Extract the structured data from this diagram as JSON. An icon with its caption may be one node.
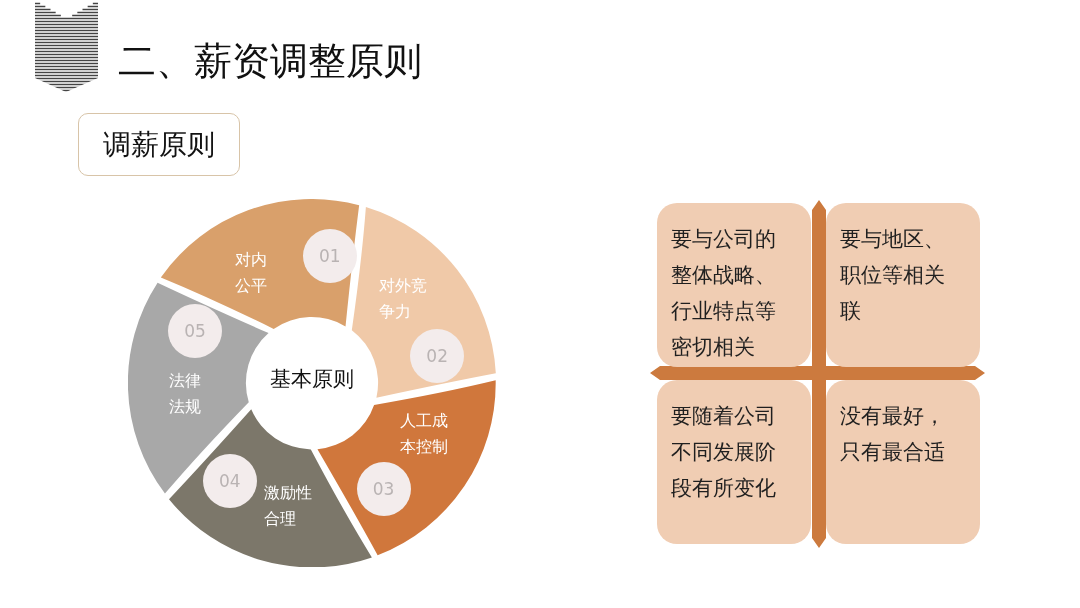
{
  "diagram": {
    "title": "二、薪资调整原则",
    "nodes": [
      {
        "text": [
          "调薪原则"
        ]
      },
      {
        "text": [
          "基本原则"
        ]
      },
      {
        "text": [
          "对内公平"
        ]
      },
      {
        "text": [
          "01"
        ],
        "in": 2
      },
      {
        "text": [
          "对外竞争力"
        ]
      },
      {
        "text": [
          "02"
        ],
        "in": 4
      },
      {
        "text": [
          "人工成本控制"
        ]
      },
      {
        "text": [
          "03"
        ],
        "in": 6
      },
      {
        "text": [
          "激励性合理"
        ]
      },
      {
        "text": [
          "04"
        ],
        "in": 8
      },
      {
        "text": [
          "法律法规"
        ]
      },
      {
        "text": [
          "05"
        ],
        "in": 10
      },
      {
        "text": [
          "要与公司的整体战略、行业特点等密切相关"
        ]
      },
      {
        "text": [
          "要与地区、职位等相关联"
        ]
      },
      {
        "text": [
          "要随着公司不同发展阶段有所变化"
        ]
      },
      {
        "text": [
          "没有最好，只有最合适"
        ]
      }
    ],
    "edges": []
  }
}
